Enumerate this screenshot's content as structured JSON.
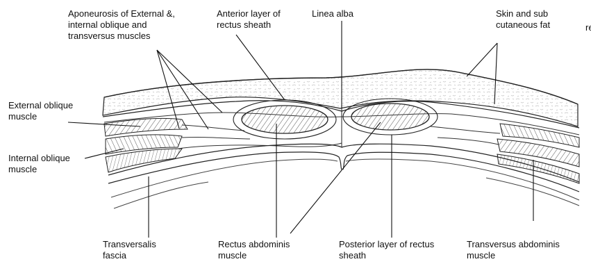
{
  "diagram": {
    "labels": {
      "aponeurosis": [
        "Aponeurosis of External &,",
        "internal oblique and",
        "transversus muscles"
      ],
      "anterior_layer": [
        "Anterior layer of",
        "rectus sheath"
      ],
      "linea_alba": [
        "Linea alba"
      ],
      "skin": [
        "Skin and sub",
        "cutaneous fat"
      ],
      "external_oblique": [
        "External oblique",
        "muscle"
      ],
      "internal_oblique": [
        "Internal oblique",
        "muscle"
      ],
      "transversalis": [
        "Transversalis",
        "fascia"
      ],
      "rectus_abdominis": [
        "Rectus abdominis",
        "muscle"
      ],
      "posterior_layer": [
        "Posterior layer of rectus",
        "sheath"
      ],
      "transversus_abdominis": [
        "Transversus abdominis",
        "muscle"
      ],
      "cropped_fragment": [
        "re"
      ]
    },
    "colors": {
      "line": "#222222",
      "fat_stipple": "#bdbdbd",
      "hatch": "#555555",
      "fascia_fill": "#f4f4f4"
    }
  }
}
